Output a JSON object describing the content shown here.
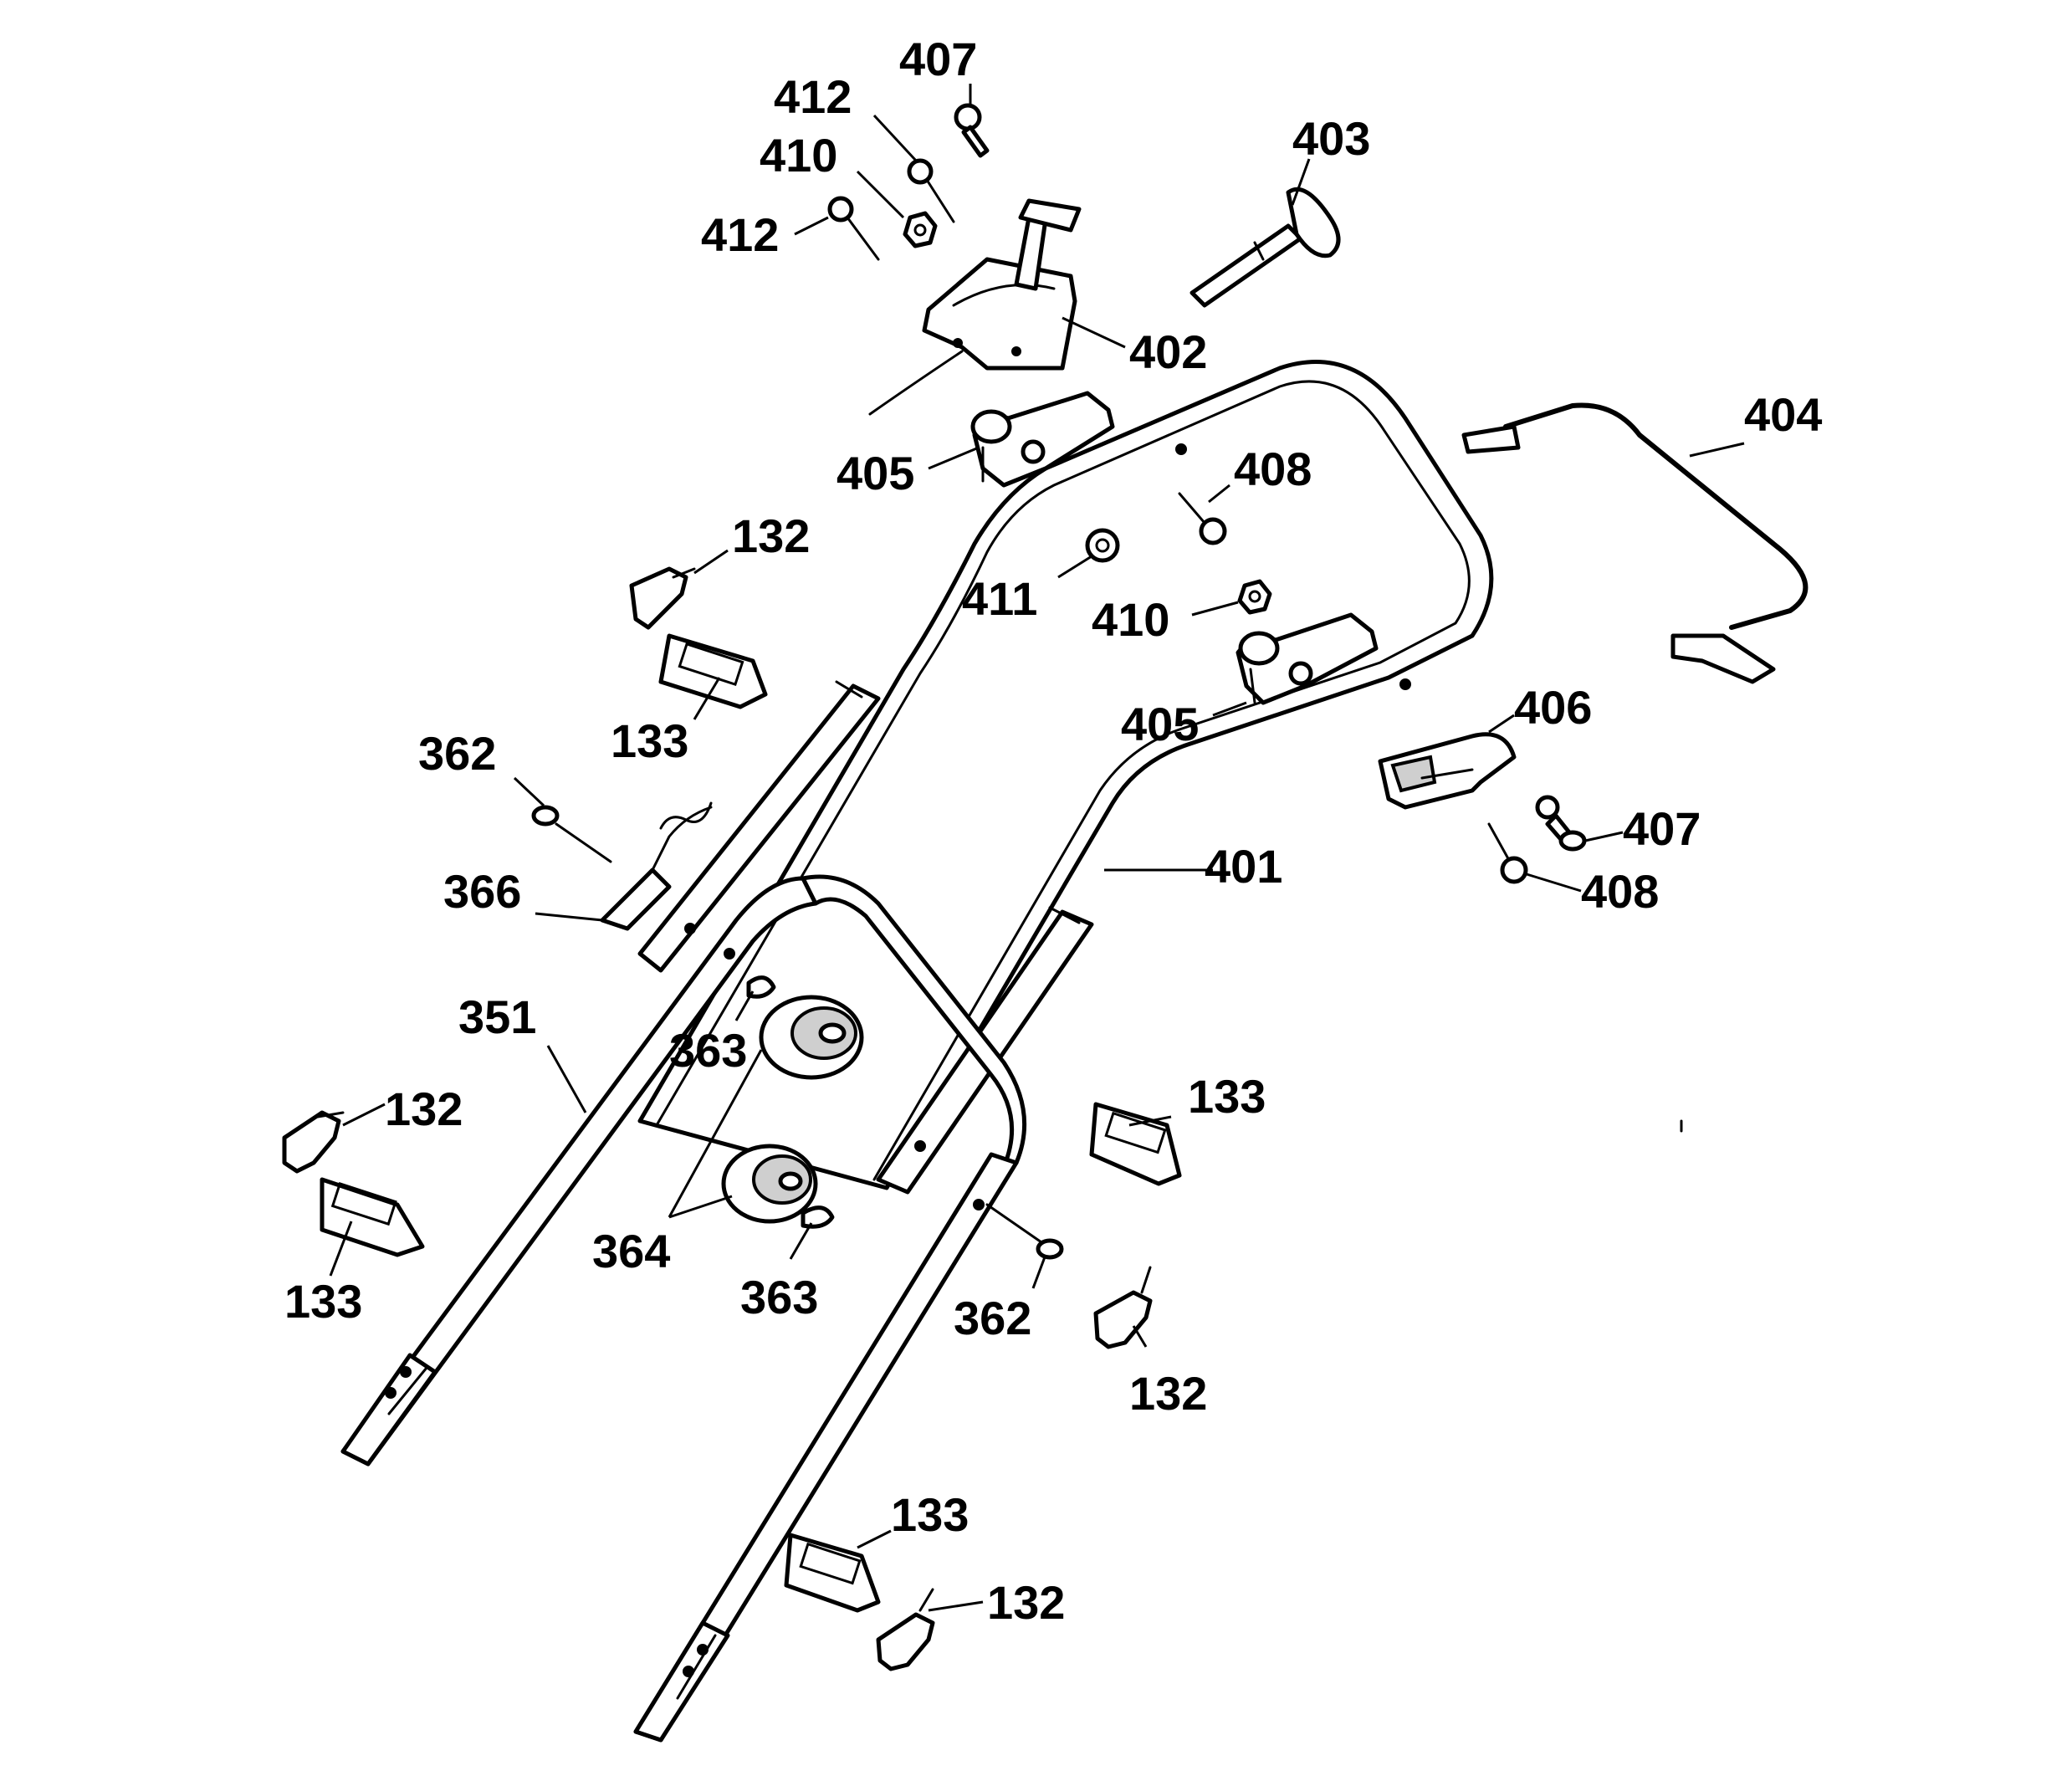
{
  "colors": {
    "ink": "#000000",
    "paper": "#ffffff",
    "shade": "#cfcfcf"
  },
  "callouts": {
    "c407a": "407",
    "c412a": "412",
    "c410a": "410",
    "c412b": "412",
    "c403": "403",
    "c402": "402",
    "c404": "404",
    "c405a": "405",
    "c408a": "408",
    "c132a": "132",
    "c411": "411",
    "c410b": "410",
    "c133a": "133",
    "c405b": "405",
    "c406": "406",
    "c362a": "362",
    "c407b": "407",
    "c366": "366",
    "c401": "401",
    "c408b": "408",
    "c351": "351",
    "c363a": "363",
    "c133b": "133",
    "c132b": "132",
    "c364": "364",
    "c133c": "133",
    "c363b": "363",
    "c362b": "362",
    "c132c": "132",
    "c133d": "133",
    "c132d": "132"
  }
}
